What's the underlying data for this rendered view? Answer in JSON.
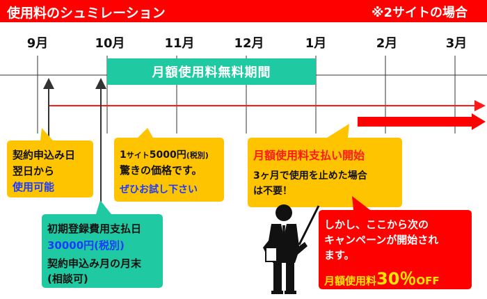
{
  "header": {
    "title": "使用料のシュミレーション",
    "note": "※2サイトの場合"
  },
  "timeline": {
    "months": [
      "9月",
      "10月",
      "11月",
      "12月",
      "1月",
      "2月",
      "3月"
    ],
    "free_period_label": "月額使用料無料期間"
  },
  "callouts": {
    "contract": {
      "line1": "契約申込み日",
      "line2": "翌日から",
      "line3": "使用可能"
    },
    "price": {
      "line1_prefix": "1",
      "line1_mid": "サイト",
      "line1_price": "5000円",
      "line1_tax": "(税別)",
      "line2": "驚きの価格です。",
      "line3": "ぜひお試し下さい"
    },
    "monthly": {
      "title": "月額使用料支払い開始",
      "line1": "3ヶ月で使用を止めた場合",
      "line2": "は不要！"
    },
    "initial": {
      "title": "初期登録費用支払日",
      "amount": "30000円(税別)",
      "line1": "契約申込み月の月末",
      "line2": "(相談可)"
    },
    "campaign": {
      "line1": "しかし、ここから次の",
      "line2": "キャンペーンが開始され",
      "line3": "ます。",
      "offer_prefix": "月額使用料",
      "offer_value": "30％",
      "offer_suffix": "OFF"
    }
  },
  "colors": {
    "banner": "#ff0000",
    "yellow": "#ffc400",
    "teal": "#1fc9a1",
    "red": "#ff0000",
    "blue": "#1a3bff"
  }
}
